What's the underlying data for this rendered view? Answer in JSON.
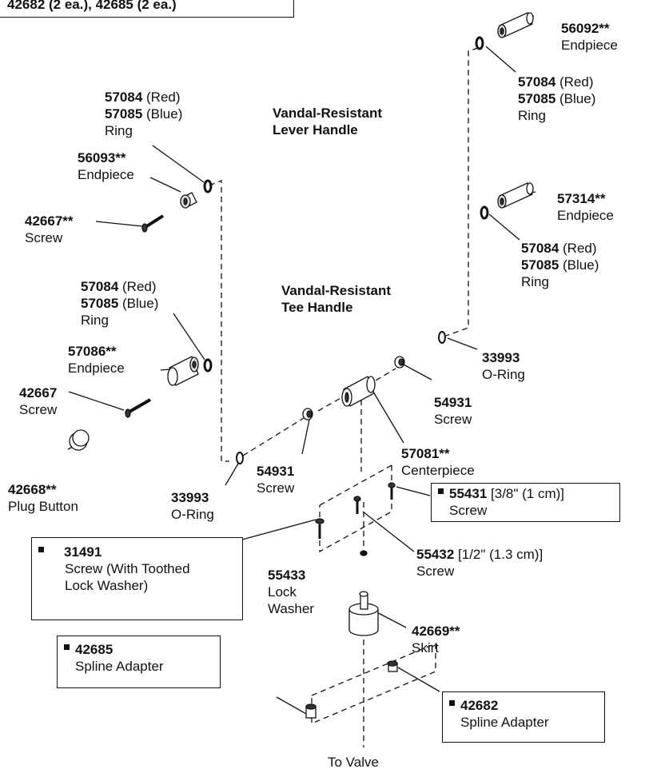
{
  "header_note": "42682 (2 ea.), 42685 (2 ea.)",
  "titles": {
    "lever": [
      "Vandal-Resistant",
      "Lever Handle"
    ],
    "tee": [
      "Vandal-Resistant",
      "Tee Handle"
    ]
  },
  "parts": {
    "p56092": {
      "num": "56092**",
      "name": "Endpiece"
    },
    "ringTopRight": {
      "num1": "57084",
      "c1": "(Red)",
      "num2": "57085",
      "c2": "(Blue)",
      "name": "Ring"
    },
    "ringTopLeft": {
      "num1": "57084",
      "c1": "(Red)",
      "num2": "57085",
      "c2": "(Blue)",
      "name": "Ring"
    },
    "p56093": {
      "num": "56093**",
      "name": "Endpiece"
    },
    "p42667a": {
      "num": "42667**",
      "name": "Screw"
    },
    "p57314": {
      "num": "57314**",
      "name": "Endpiece"
    },
    "ringMidRight": {
      "num1": "57084",
      "c1": "(Red)",
      "num2": "57085",
      "c2": "(Blue)",
      "name": "Ring"
    },
    "ringMidLeft": {
      "num1": "57084",
      "c1": "(Red)",
      "num2": "57085",
      "c2": "(Blue)",
      "name": "Ring"
    },
    "p57086": {
      "num": "57086**",
      "name": "Endpiece"
    },
    "p42667b": {
      "num": "42667",
      "name": "Screw"
    },
    "p42668": {
      "num": "42668**",
      "name": "Plug Button"
    },
    "p33993r": {
      "num": "33993",
      "name": "O-Ring"
    },
    "p54931r": {
      "num": "54931",
      "name": "Screw"
    },
    "p54931l": {
      "num": "54931",
      "name": "Screw"
    },
    "p33993l": {
      "num": "33993",
      "name": "O-Ring"
    },
    "p57081": {
      "num": "57081**",
      "name": "Centerpiece"
    },
    "p55431": {
      "num": "55431",
      "spec": "[3/8\" (1 cm)]",
      "name": "Screw"
    },
    "p31491": {
      "num": "31491",
      "name1": "Screw (With Toothed",
      "name2": "Lock Washer)"
    },
    "p55432": {
      "num": "55432",
      "spec": "[1/2\" (1.3 cm)]",
      "name": "Screw"
    },
    "p55433": {
      "num": "55433",
      "name1": "Lock",
      "name2": "Washer"
    },
    "p42669": {
      "num": "42669**",
      "name": "Skirt"
    },
    "p42685": {
      "num": "42685",
      "name": "Spline Adapter"
    },
    "p42682": {
      "num": "42682",
      "name": "Spline Adapter"
    }
  },
  "footer": "To Valve"
}
